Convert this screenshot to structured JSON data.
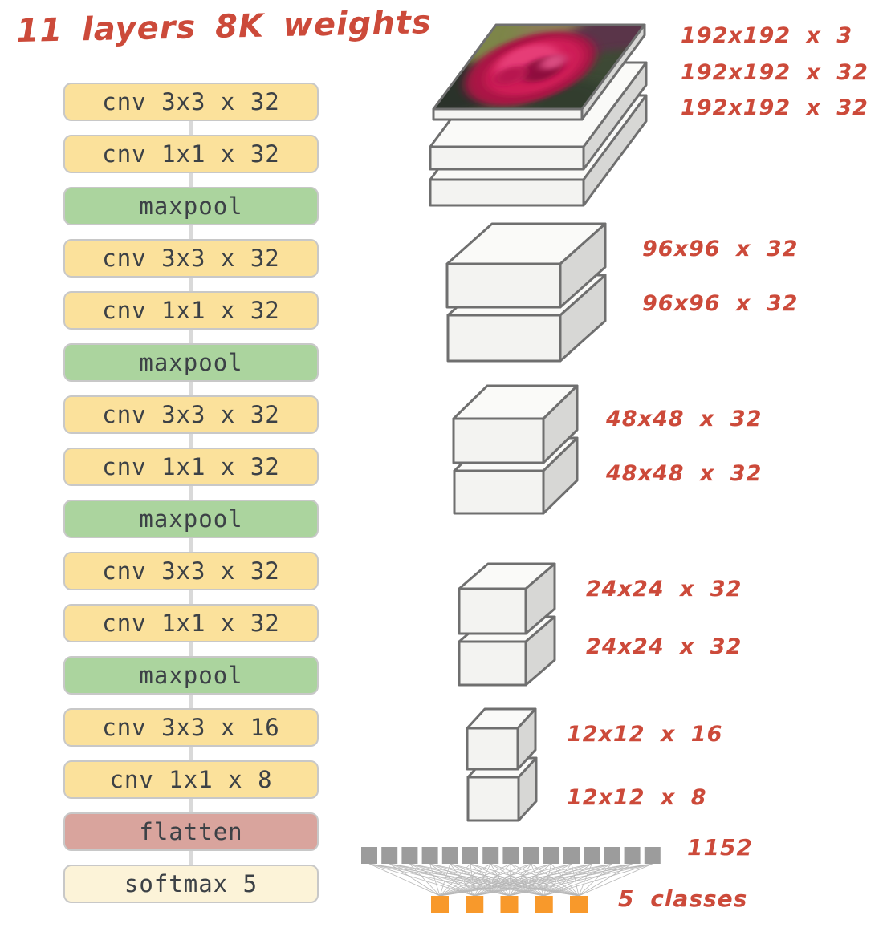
{
  "title": "11 layers 8K weights",
  "layers": [
    {
      "label": "cnv 3x3 x 32",
      "type": "conv"
    },
    {
      "label": "cnv 1x1 x 32",
      "type": "conv"
    },
    {
      "label": "maxpool",
      "type": "pool"
    },
    {
      "label": "cnv 3x3 x 32",
      "type": "conv"
    },
    {
      "label": "cnv 1x1 x 32",
      "type": "conv"
    },
    {
      "label": "maxpool",
      "type": "pool"
    },
    {
      "label": "cnv 3x3 x 32",
      "type": "conv"
    },
    {
      "label": "cnv 1x1 x 32",
      "type": "conv"
    },
    {
      "label": "maxpool",
      "type": "pool"
    },
    {
      "label": "cnv 3x3 x 32",
      "type": "conv"
    },
    {
      "label": "cnv 1x1 x 32",
      "type": "conv"
    },
    {
      "label": "maxpool",
      "type": "pool"
    },
    {
      "label": "cnv 3x3 x 16",
      "type": "conv"
    },
    {
      "label": "cnv 1x1 x 8",
      "type": "conv"
    },
    {
      "label": "flatten",
      "type": "flatten"
    },
    {
      "label": "softmax 5",
      "type": "softmax"
    }
  ],
  "feature_maps": [
    {
      "name": "input-192",
      "annotations": [
        "192x192 x 3",
        "192x192 x 32",
        "192x192 x 32"
      ]
    },
    {
      "name": "stage-96",
      "annotations": [
        "96x96 x 32",
        "96x96 x 32"
      ]
    },
    {
      "name": "stage-48",
      "annotations": [
        "48x48 x 32",
        "48x48 x 32"
      ]
    },
    {
      "name": "stage-24",
      "annotations": [
        "24x24 x 32",
        "24x24 x 32"
      ]
    },
    {
      "name": "stage-12",
      "annotations": [
        "12x12 x 16",
        "12x12 x 8"
      ]
    }
  ],
  "dense": {
    "units_label": "1152",
    "units_count": 15,
    "classes_label": "5 classes",
    "classes_count": 5
  },
  "colors": {
    "ink_red": "#CC4A3A",
    "conv_fill": "#FBE19B",
    "pool_fill": "#ABD49E",
    "flatten_fill": "#D9A49D",
    "softmax_fill": "#FCF3D8",
    "layer_text": "#3C4146",
    "layer_border": "#C8C8C8",
    "connector_gray": "#D9D9D9",
    "box_front": "#F3F3F1",
    "box_top": "#FAFAF8",
    "box_side": "#D7D7D5",
    "box_stroke": "#6F6F6F",
    "unit_gray": "#9C9C9C",
    "class_orange": "#F8992B",
    "net_line": "#9A9A9A"
  }
}
